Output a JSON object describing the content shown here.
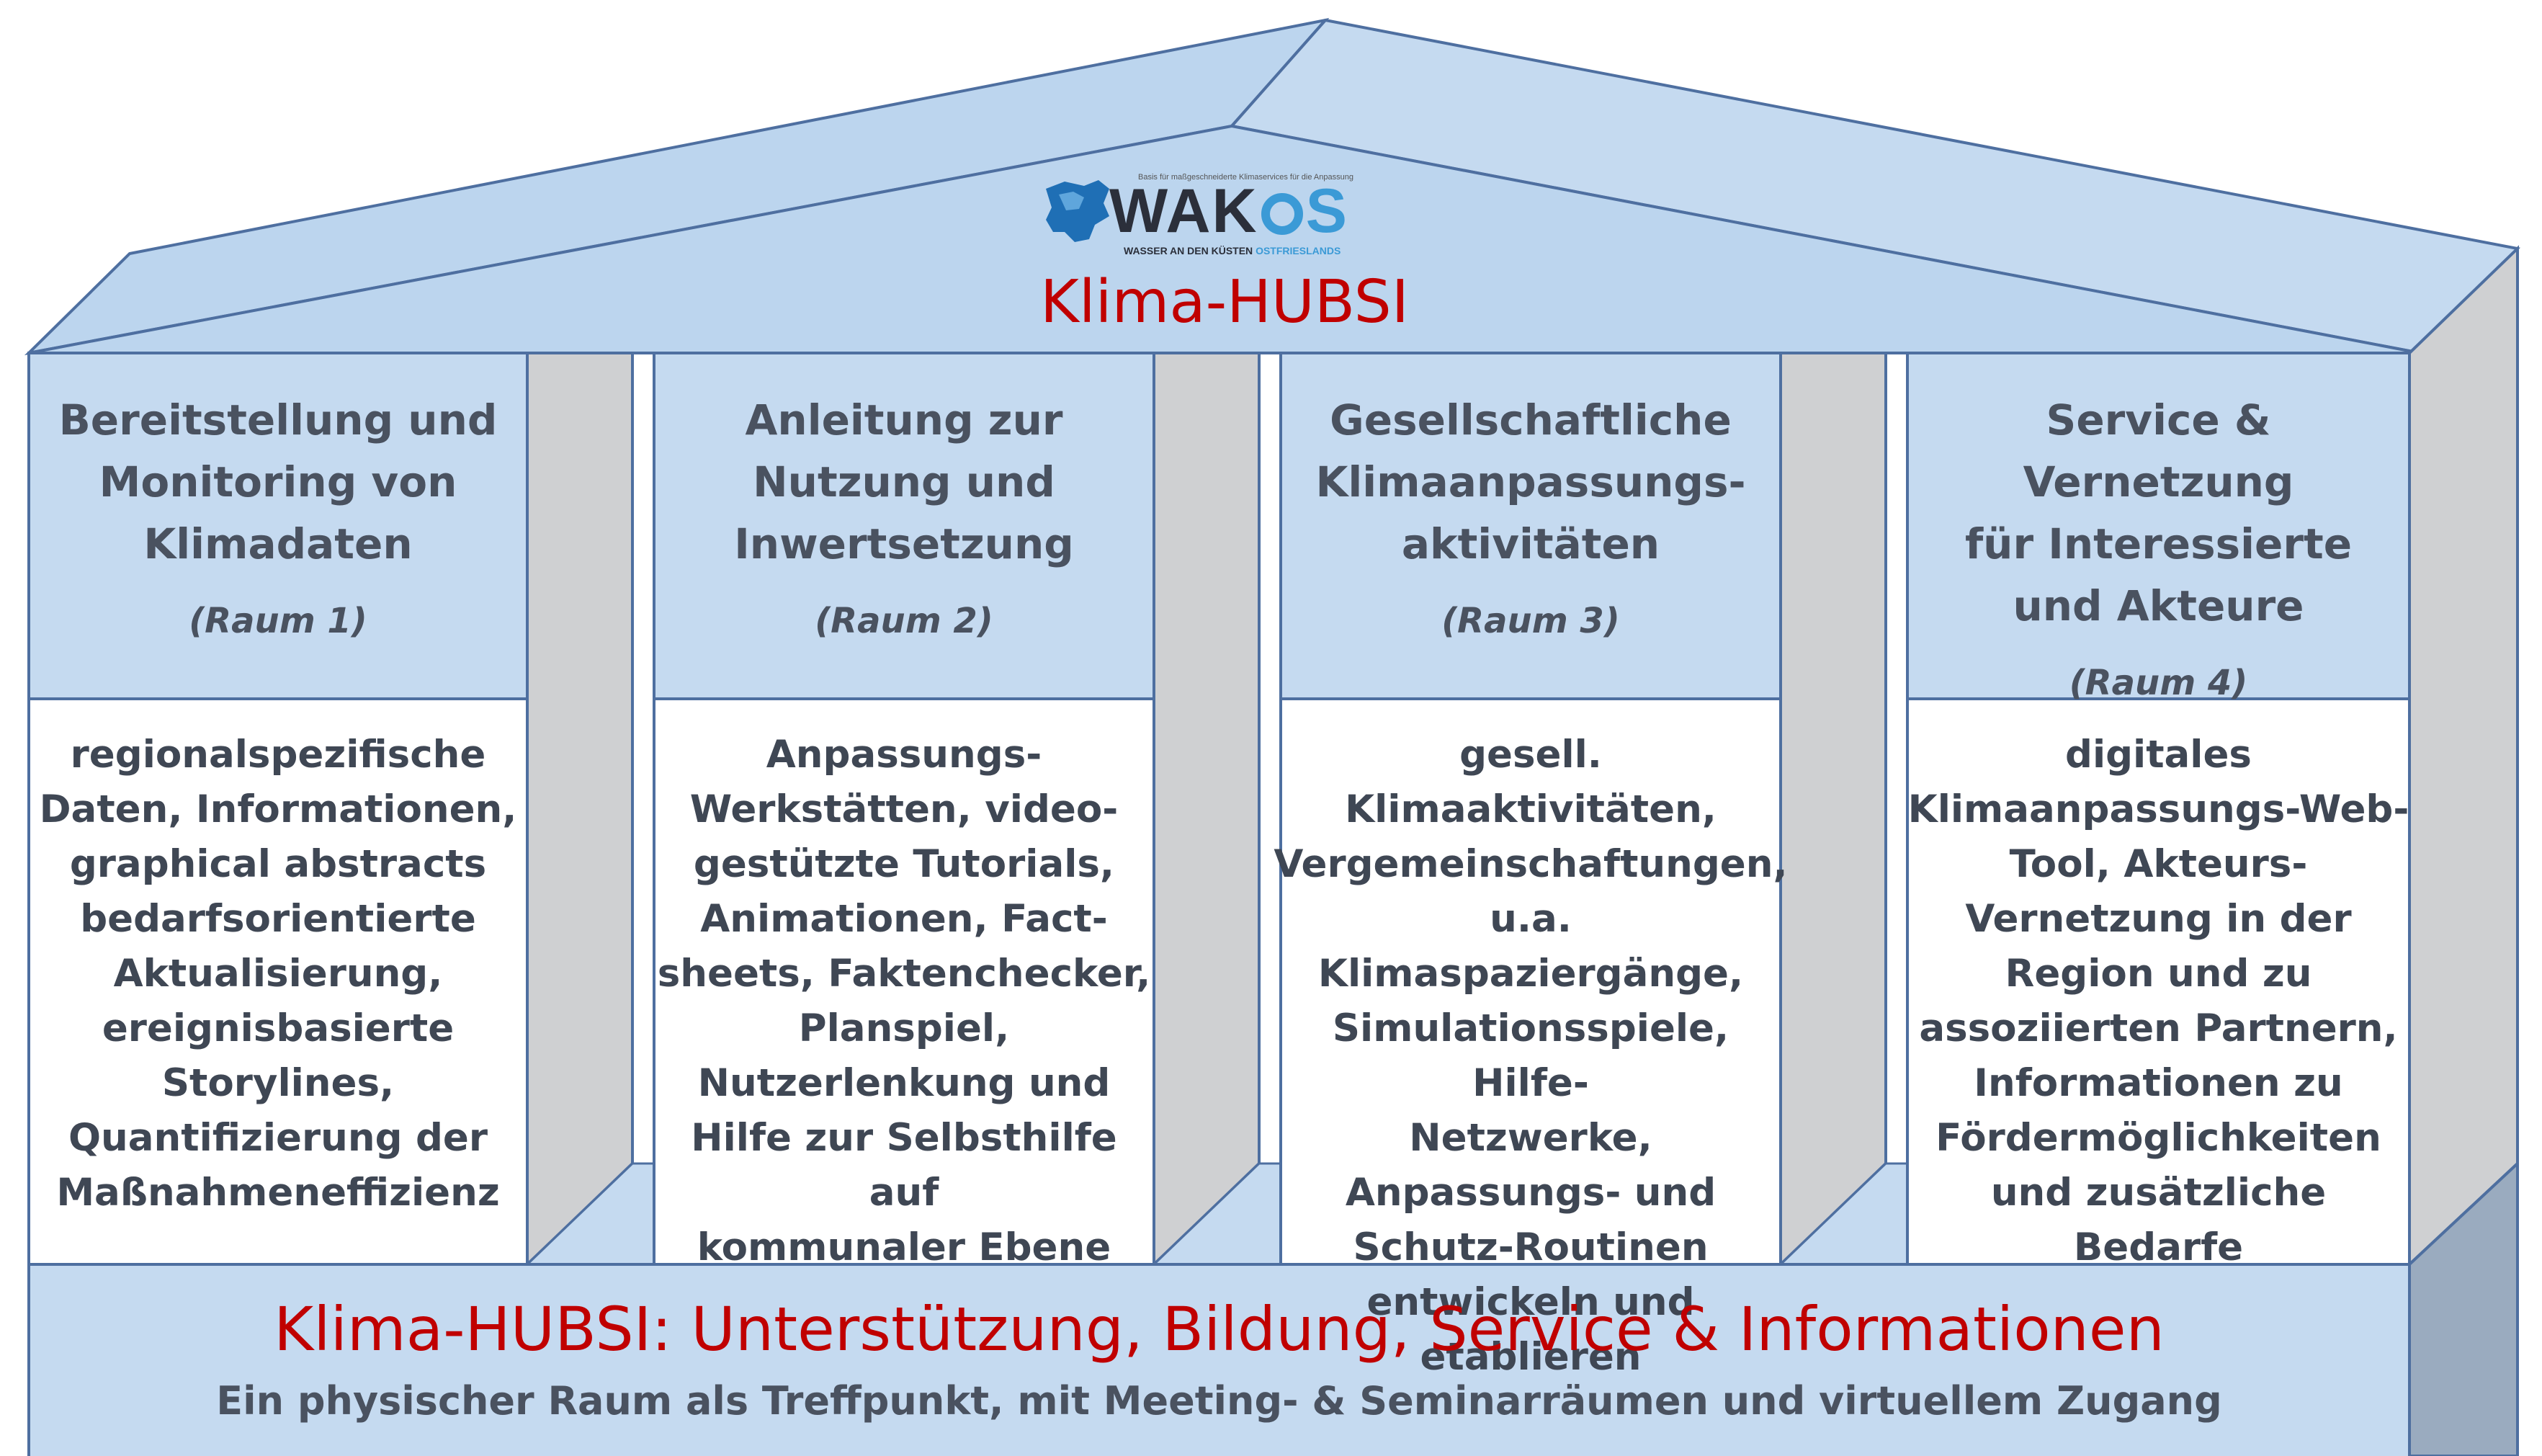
{
  "logo": {
    "brand_left": "WAK",
    "brand_right": "S",
    "tagline_top": "Basis für maßgeschneiderte Klimaservices für die Anpassung",
    "tagline_bottom_prefix": "WASSER AN DEN KÜSTEN",
    "tagline_bottom_highlight": "OSTFRIESLANDS"
  },
  "roof": {
    "title": "Klima-HUBSI"
  },
  "pillars": [
    {
      "title": "Bereitstellung und\nMonitoring von\nKlimadaten",
      "room": "(Raum 1)",
      "body": "regionalspezifische\nDaten, Informationen,\ngraphical abstracts\nbedarfsorientierte\nAktualisierung,\nereignisbasierte\nStorylines,\nQuantifizierung der\nMaßnahmeneffizienz"
    },
    {
      "title": "Anleitung zur\nNutzung und\nInwertsetzung",
      "room": "(Raum 2)",
      "body": "Anpassungs-\nWerkstätten, video-\ngestützte Tutorials,\nAnimationen, Fact-\nsheets, Faktenchecker,\nPlanspiel,\nNutzerlenkung und\nHilfe zur Selbsthilfe auf\nkommunaler Ebene"
    },
    {
      "title": "Gesellschaftliche\nKlimaanpassungs-\naktivitäten",
      "room": "(Raum 3)",
      "body": "gesell. Klimaaktivitäten,\nVergemeinschaftungen,\nu.a. Klimaspaziergänge,\nSimulationsspiele, Hilfe-\nNetzwerke,\nAnpassungs- und\nSchutz-Routinen\nentwickeln und\netablieren"
    },
    {
      "title": "Service & Vernetzung\nfür Interessierte\nund Akteure",
      "room": "(Raum 4)",
      "body": "digitales\nKlimaanpassungs-Web-\nTool, Akteurs-\nVernetzung in der\nRegion und zu\nassoziierten Partnern,\nInformationen zu\nFördermöglichkeiten\nund zusätzliche Bedarfe"
    }
  ],
  "base": {
    "title": "Klima-HUBSI: Unterstützung, Bildung, Service & Informationen",
    "subtitle": "Ein physischer Raum als Treffpunkt, mit Meeting- & Seminarräumen und virtuellem Zugang"
  },
  "colors": {
    "light_blue": "#c5daf0",
    "roof_blue": "#bcd5ee",
    "side_gray": "#cfd0d2",
    "base_side": "#9aabbf",
    "accent_red": "#c00000",
    "text_gray": "#4a5260",
    "outline": "#4e6fa0",
    "logo_blue": "#1f6fb5"
  }
}
